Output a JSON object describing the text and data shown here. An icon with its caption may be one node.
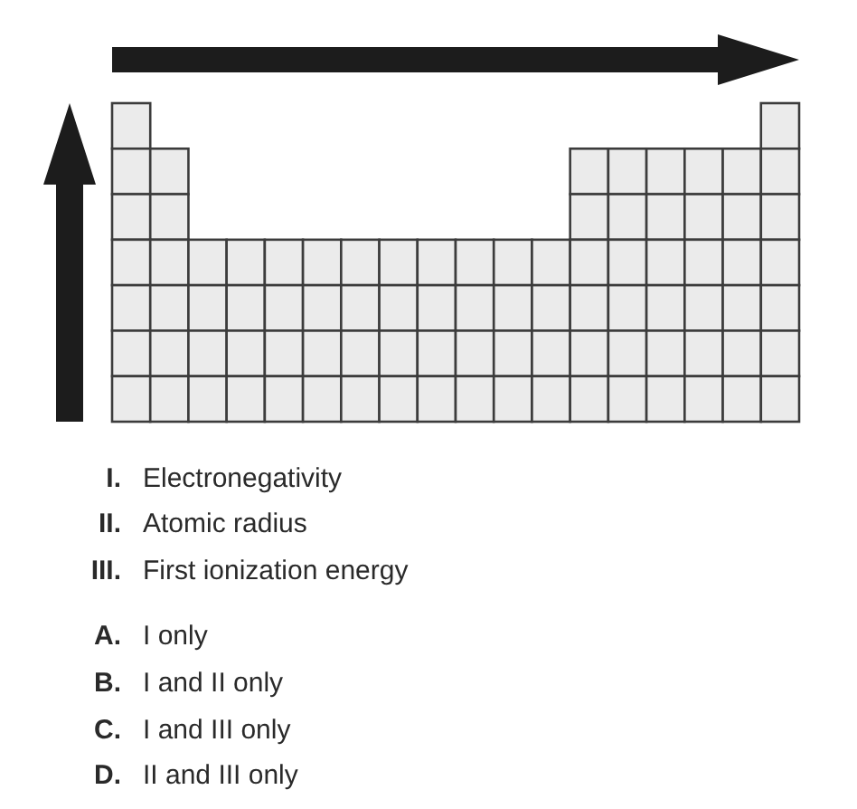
{
  "diagram": {
    "labels": [
      "I.",
      "Electronegativity",
      "II.",
      "Atomic radius",
      "III.",
      "First ionization energy",
      "A.",
      "I only",
      "B.",
      "I and II only",
      "C.",
      "I and III only",
      "D.",
      "II and III only"
    ]
  }
}
